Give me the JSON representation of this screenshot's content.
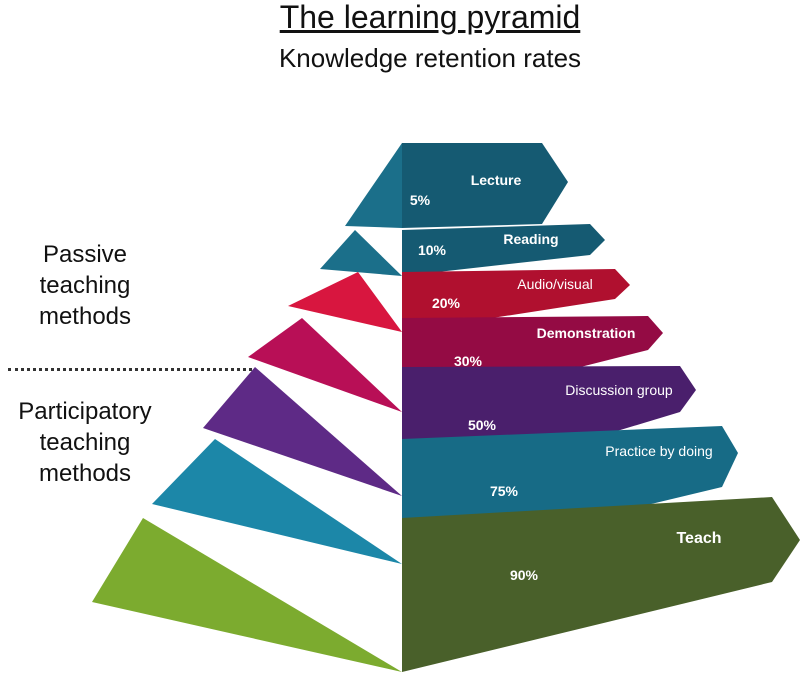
{
  "header": {
    "title": "The learning pyramid",
    "subtitle": "Knowledge retention rates"
  },
  "groups": {
    "passive": "Passive\nteaching\nmethods",
    "participatory": "Participatory\nteaching\nmethods"
  },
  "levels": [
    {
      "name": "Lecture",
      "percent": "5%",
      "retention": 5,
      "front_color": "#1b6f8a",
      "side_color": "#155a72"
    },
    {
      "name": "Reading",
      "percent": "10%",
      "retention": 10,
      "front_color": "#1b6f8a",
      "side_color": "#155a72"
    },
    {
      "name": "Audio/visual",
      "percent": "20%",
      "retention": 20,
      "front_color": "#d8163f",
      "side_color": "#b0102f"
    },
    {
      "name": "Demonstration",
      "percent": "30%",
      "retention": 30,
      "front_color": "#b80f56",
      "side_color": "#940b44"
    },
    {
      "name": "Discussion group",
      "percent": "50%",
      "retention": 50,
      "front_color": "#5e2a86",
      "side_color": "#4a1f6c"
    },
    {
      "name": "Practice by doing",
      "percent": "75%",
      "retention": 75,
      "front_color": "#1c87a8",
      "side_color": "#176b86"
    },
    {
      "name": "Teach",
      "percent": "90%",
      "retention": 90,
      "front_color": "#7cab2f",
      "side_color": "#49602a"
    }
  ]
}
